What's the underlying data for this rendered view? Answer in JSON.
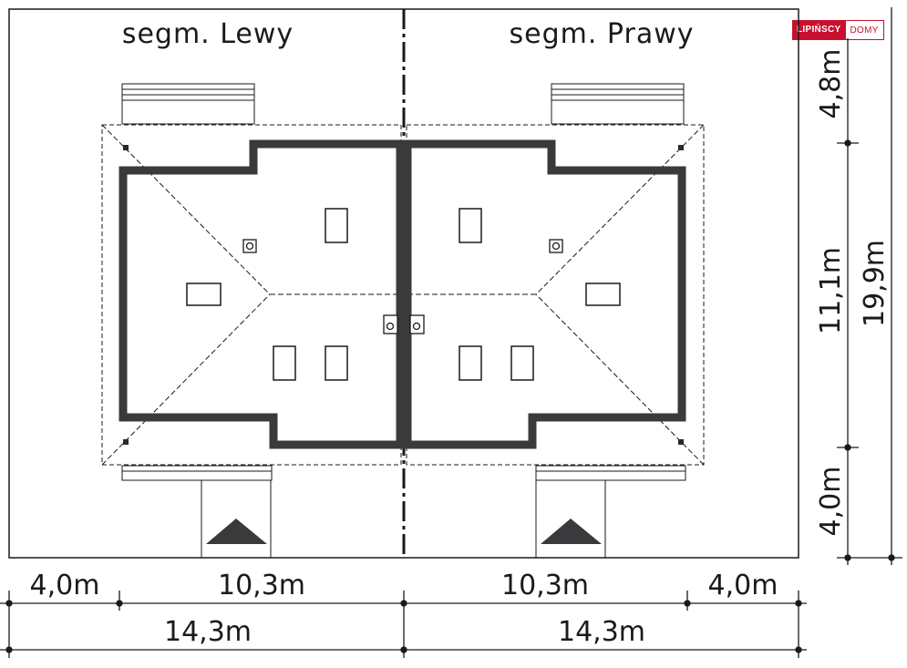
{
  "segments": {
    "left_title": "segm. Lewy",
    "right_title": "segm. Prawy"
  },
  "logo": {
    "brand": "LIPIŃSCY",
    "suffix": "DOMY",
    "color": "#c8102e"
  },
  "dimensions": {
    "bottom_row1": [
      "4,0m",
      "10,3m",
      "10,3m",
      "4,0m"
    ],
    "bottom_row2": [
      "14,3m",
      "14,3m"
    ],
    "right_inner": [
      "4,8m",
      "11,1m",
      "4,0m"
    ],
    "right_outer": "19,9m"
  },
  "colors": {
    "wall": "#3a3a3c",
    "line": "#1a1a1a"
  }
}
